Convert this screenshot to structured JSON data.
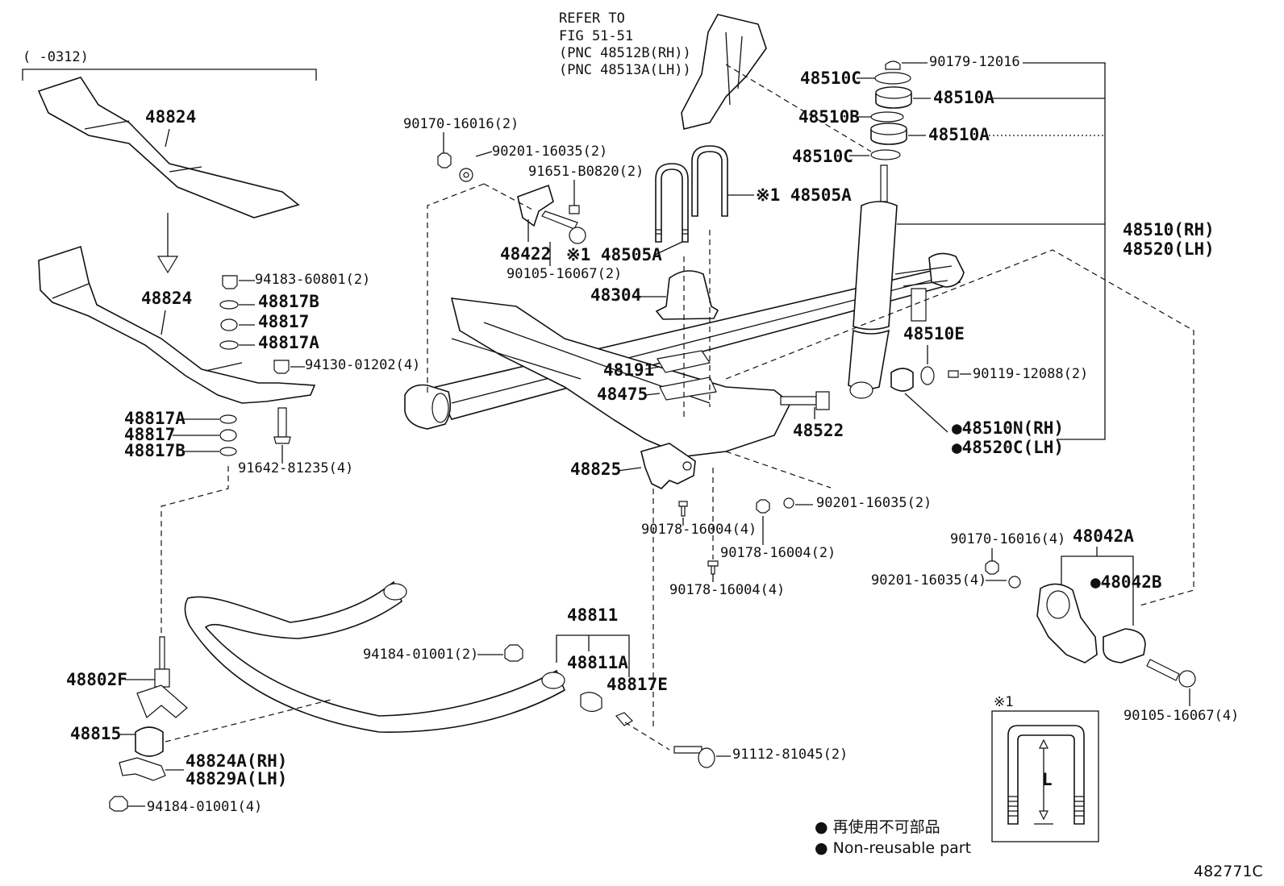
{
  "header": {
    "range_label": "(    -0312)",
    "refer_lines": [
      "REFER TO",
      "FIG 51-51",
      "(PNC 48512B(RH))",
      "(PNC 48513A(LH))"
    ]
  },
  "labels": {
    "l48824_top": "48824",
    "l48824_mid": "48824",
    "l94183": "94183-60801(2)",
    "l48817B_a": "48817B",
    "l48817_a": "48817",
    "l48817A_a": "48817A",
    "l94130": "94130-01202(4)",
    "l48817A_b": "48817A",
    "l48817_b": "48817",
    "l48817B_b": "48817B",
    "l91642": "91642-81235(4)",
    "l90170_a": "90170-16016(2)",
    "l90201_a": "90201-16035(2)",
    "l91651": "91651-B0820(2)",
    "l48422": "48422",
    "l48505A_a": "※1 48505A",
    "l48505A_b": "※1 48505A",
    "l90105_a": "90105-16067(2)",
    "l48304": "48304",
    "l48191": "48191",
    "l48475": "48475",
    "l48825": "48825",
    "l90178_a": "90178-16004(4)",
    "l90178_b": "90178-16004(2)",
    "l90178_c": "90178-16004(4)",
    "l90201_b": "90201-16035(2)",
    "l48522": "48522",
    "l90179": "90179-12016",
    "l48510C_a": "48510C",
    "l48510A_a": "48510A",
    "l48510B": "48510B",
    "l48510A_b": "48510A",
    "l48510C_b": "48510C",
    "l48510RH": "48510(RH)",
    "l48520LH": "48520(LH)",
    "l48510E": "48510E",
    "l90119": "90119-12088(2)",
    "l48510N": "●48510N(RH)",
    "l48520C": "●48520C(LH)",
    "l90170_b": "90170-16016(4)",
    "l48042A": "48042A",
    "l90201_c": "90201-16035(4)",
    "l48042B": "●48042B",
    "l90105_b": "90105-16067(4)",
    "l48811": "48811",
    "l48811A": "48811A",
    "l48817E": "48817E",
    "l94184_a": "94184-01001(2)",
    "l91112": "91112-81045(2)",
    "l48802F": "48802F",
    "l48815": "48815",
    "l48824A": "48824A(RH)",
    "l48829A": "48829A(LH)",
    "l94184_b": "94184-01001(4)",
    "inset_mark": "※1",
    "inset_L": "L"
  },
  "legend": {
    "jp": "● 再使用不可部品",
    "en": "● Non-reusable part"
  },
  "figure_code": "482771C",
  "colors": {
    "ink": "#111111",
    "paper": "#ffffff"
  }
}
